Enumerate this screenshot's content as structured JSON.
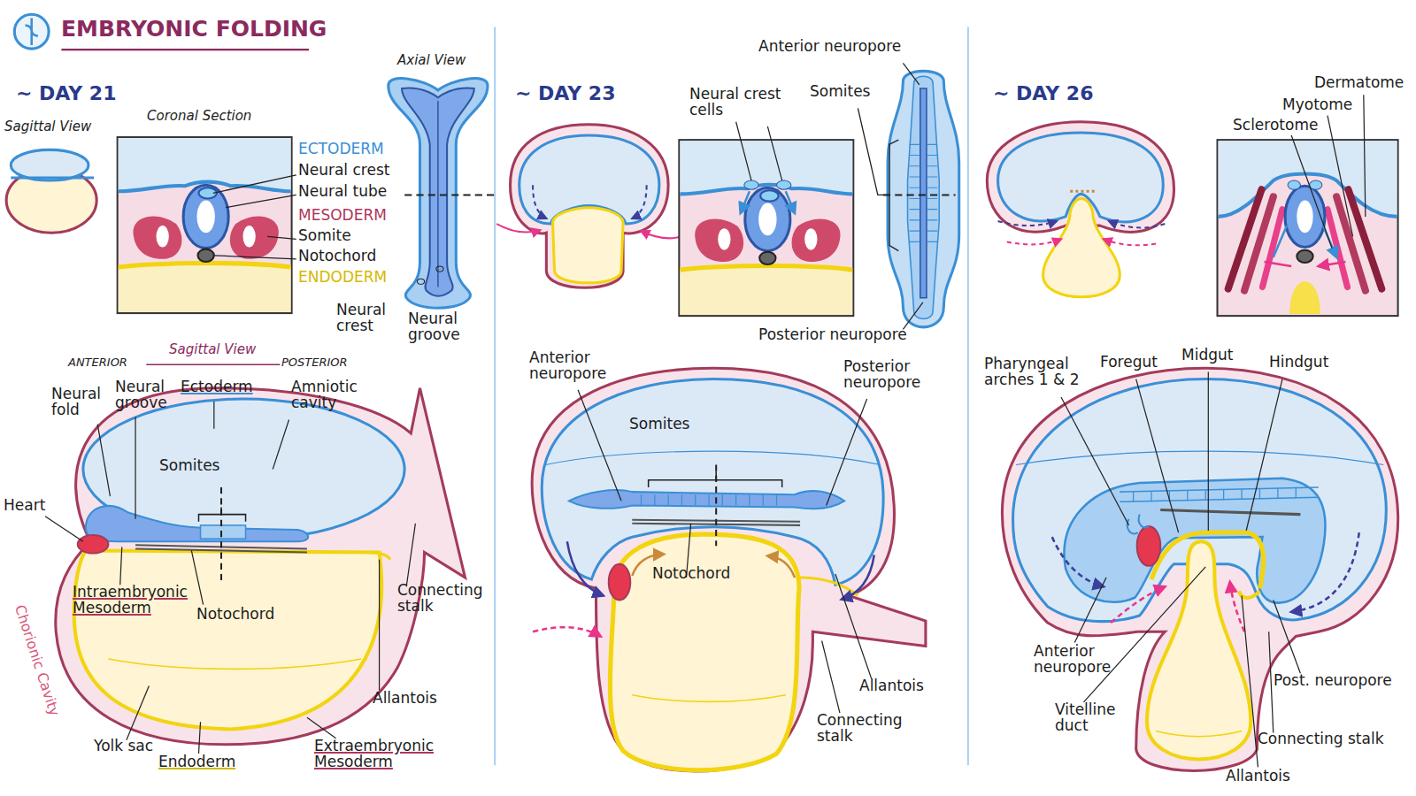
{
  "diagram": {
    "title": "EMBRYONIC FOLDING",
    "labels": [
      "~ DAY 21",
      "Sagittal View",
      "Coronal Section",
      "Axial View",
      "ECTODERM",
      "Neural crest",
      "Neural tube",
      "MESODERM",
      "Somite",
      "Notochord",
      "ENDODERM",
      "Neural crest",
      "Neural groove",
      "ANTERIOR",
      "Sagittal View",
      "POSTERIOR",
      "Neural fold",
      "Neural groove",
      "Ectoderm",
      "Amniotic cavity",
      "Somites",
      "Heart",
      "Intraembryonic Mesoderm",
      "Notochord",
      "Connecting stalk",
      "Chorionic Cavity",
      "Allantois",
      "Yolk sac",
      "Endoderm",
      "Extraembryonic Mesoderm",
      "~ DAY 23",
      "Neural crest cells",
      "Anterior neuropore",
      "Somites",
      "Posterior neuropore",
      "Anterior neuropore",
      "Posterior neuropore",
      "Somites",
      "Notochord",
      "Allantois",
      "Connecting stalk",
      "~ DAY 26",
      "Dermatome",
      "Myotome",
      "Sclerotome",
      "Pharyngeal arches 1 & 2",
      "Foregut",
      "Midgut",
      "Hindgut",
      "Anterior neuropore",
      "Vitelline duct",
      "Post. neuropore",
      "Connecting stalk",
      "Allantois"
    ]
  }
}
